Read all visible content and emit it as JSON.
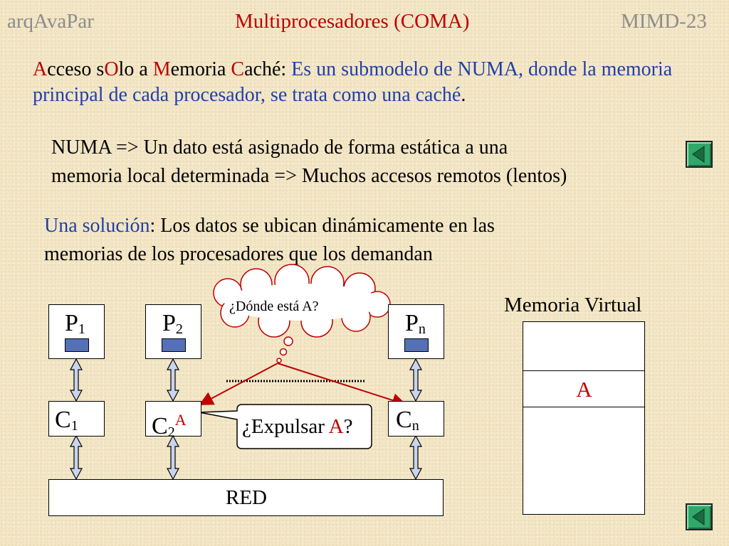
{
  "header": {
    "left": "arqAvaPar",
    "title": "Multiprocesadores (COMA)",
    "right": "MIMD-23"
  },
  "definition": {
    "a": "A",
    "a_rest": "cceso s",
    "o": "O",
    "o_rest": "lo a ",
    "m": "M",
    "m_rest": "emoria ",
    "c": "C",
    "c_rest": "aché: ",
    "desc": "Es un submodelo de NUMA, donde la memoria principal de cada procesador, se trata como una caché",
    "end": "."
  },
  "numa": {
    "line1": "NUMA => Un dato está asignado de forma estática a una",
    "line2": "memoria local determinada => Muchos accesos remotos (lentos)"
  },
  "solution": {
    "lead": "Una solución",
    "rest1": ": Los datos se ubican dinámicamente en las",
    "line2": "memorias de los procesadores que los demandan"
  },
  "diagram": {
    "thought": "¿Dónde está A?",
    "speech_pre": "¿Expulsar ",
    "speech_a": "A",
    "speech_post": "?",
    "p1": "P",
    "p1_sub": "1",
    "p2": "P",
    "p2_sub": "2",
    "pn": "P",
    "pn_sub": "n",
    "c1": "C",
    "c1_sub": "1",
    "c2": "C",
    "c2_sub": "2",
    "c2_sup": "A",
    "cn": "C",
    "cn_sub": "n",
    "net": "RED",
    "vm_title": "Memoria Virtual",
    "vm_block": "A"
  },
  "nav": {
    "top_icon": "back-triangle-icon",
    "bottom_icon": "back-triangle-icon"
  },
  "colors": {
    "accent_red": "#c00000",
    "accent_blue": "#1f3fa8",
    "header_gray": "#8c8c8c",
    "chip_blue": "#5470b7",
    "arrow_fill": "#c9d4ee",
    "nav_green": "#2fa86a"
  }
}
